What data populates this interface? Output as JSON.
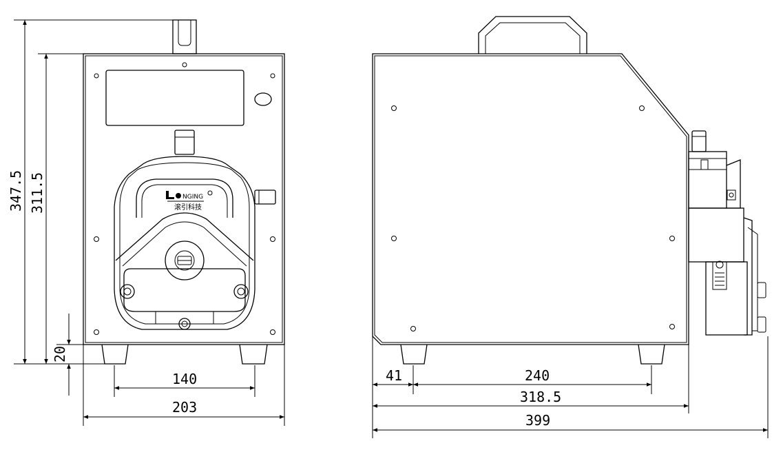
{
  "drawing": {
    "front_view": {
      "dimensions": {
        "total_height": "347.5",
        "body_height": "311.5",
        "foot_height": "20",
        "foot_spacing": "140",
        "width": "203"
      },
      "logo": {
        "brand_text": "NGING",
        "chinese_text": "滚引科技"
      }
    },
    "side_view": {
      "dimensions": {
        "front_foot_offset": "41",
        "foot_spacing": "240",
        "body_depth": "318.5",
        "total_depth": "399"
      }
    }
  }
}
